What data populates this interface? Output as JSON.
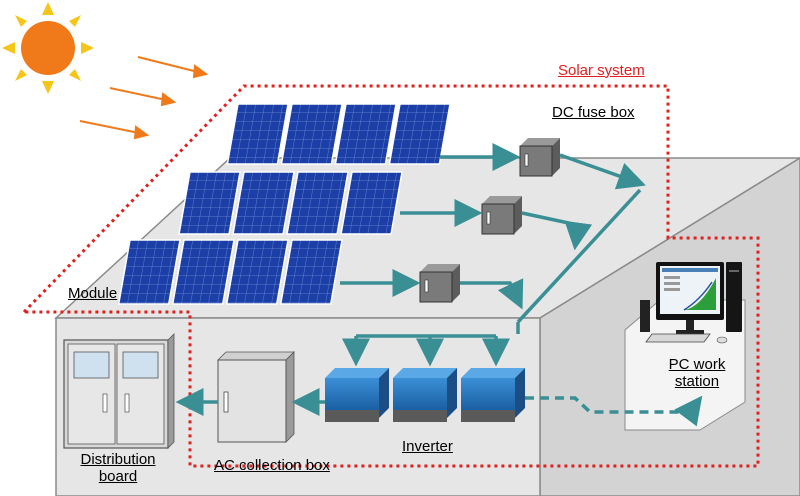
{
  "labels": {
    "solar_system": "Solar system",
    "dc_fuse_box": "DC fuse box",
    "module": "Module",
    "pc_workstation_line1": "PC work",
    "pc_workstation_line2": "station",
    "inverter": "Inverter",
    "distribution_board_line1": "Distribution",
    "distribution_board_line2": "board",
    "ac_collection_box": "AC collection box"
  },
  "colors": {
    "system_boundary": "#e0201c",
    "flow_arrow": "#3a8f95",
    "sun": "#f07a1a",
    "sun_rays": "#f5c518",
    "panel": "#1b3fa6",
    "inverter_top": "#1e6db6"
  },
  "icons": [
    "sun-icon",
    "solar-panel-icon",
    "fuse-box-icon",
    "inverter-icon",
    "ac-box-icon",
    "distribution-board-icon",
    "pc-icon"
  ]
}
